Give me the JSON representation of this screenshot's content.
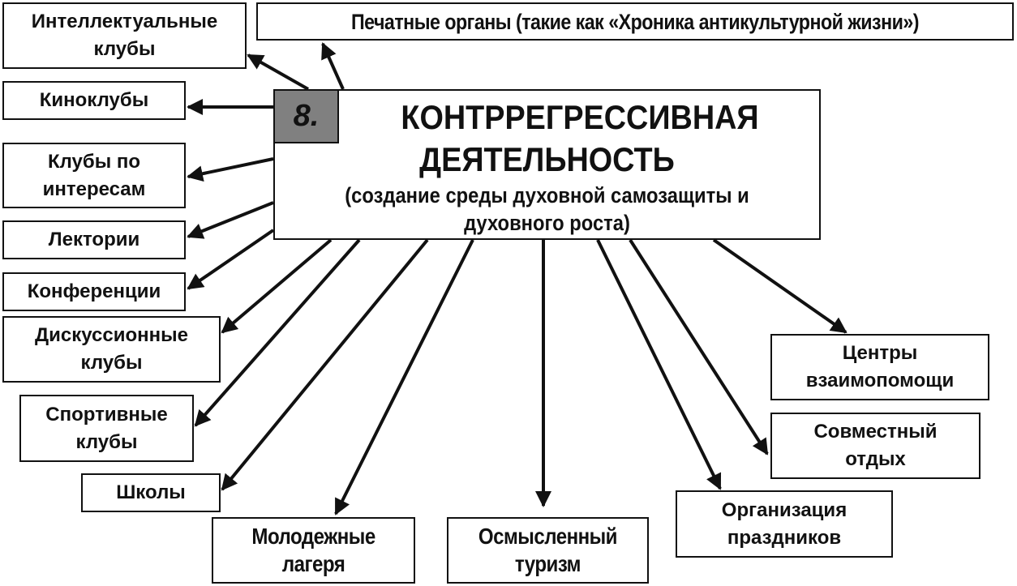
{
  "central": {
    "number": "8.",
    "title_line1": "КОНТРРЕГРЕССИВНАЯ",
    "title_line2": "ДЕЯТЕЛЬНОСТЬ",
    "subtitle": "(создание среды духовной самозащиты и духовного роста)",
    "badge_color": "#808080"
  },
  "nodes": [
    {
      "id": "intellectual-clubs",
      "label": "Интеллектуальные\nклубы"
    },
    {
      "id": "print-media",
      "label": "Печатные органы (такие как «Хроника антикультурной жизни»)"
    },
    {
      "id": "film-clubs",
      "label": "Киноклубы"
    },
    {
      "id": "interest-clubs",
      "label": "Клубы по\nинтересам"
    },
    {
      "id": "lecture-halls",
      "label": "Лектории"
    },
    {
      "id": "conferences",
      "label": "Конференции"
    },
    {
      "id": "discussion-clubs",
      "label": "Дискуссионные\nклубы"
    },
    {
      "id": "sports-clubs",
      "label": "Спортивные\nклубы"
    },
    {
      "id": "schools",
      "label": "Школы"
    },
    {
      "id": "youth-camps",
      "label": "Молодежные\nлагеря"
    },
    {
      "id": "meaningful-tourism",
      "label": "Осмысленный\nтуризм"
    },
    {
      "id": "holiday-organization",
      "label": "Организация\nпраздников"
    },
    {
      "id": "mutual-aid-centers",
      "label": "Центры\nвзаимопомощи"
    },
    {
      "id": "joint-recreation",
      "label": "Совместный\nотдых"
    }
  ],
  "edges": [
    {
      "from": "central",
      "to": "intellectual-clubs"
    },
    {
      "from": "central",
      "to": "print-media"
    },
    {
      "from": "central",
      "to": "film-clubs"
    },
    {
      "from": "central",
      "to": "interest-clubs"
    },
    {
      "from": "central",
      "to": "lecture-halls"
    },
    {
      "from": "central",
      "to": "conferences"
    },
    {
      "from": "central",
      "to": "discussion-clubs"
    },
    {
      "from": "central",
      "to": "sports-clubs"
    },
    {
      "from": "central",
      "to": "schools"
    },
    {
      "from": "central",
      "to": "youth-camps"
    },
    {
      "from": "central",
      "to": "meaningful-tourism"
    },
    {
      "from": "central",
      "to": "holiday-organization"
    },
    {
      "from": "central",
      "to": "joint-recreation"
    },
    {
      "from": "central",
      "to": "mutual-aid-centers"
    }
  ]
}
